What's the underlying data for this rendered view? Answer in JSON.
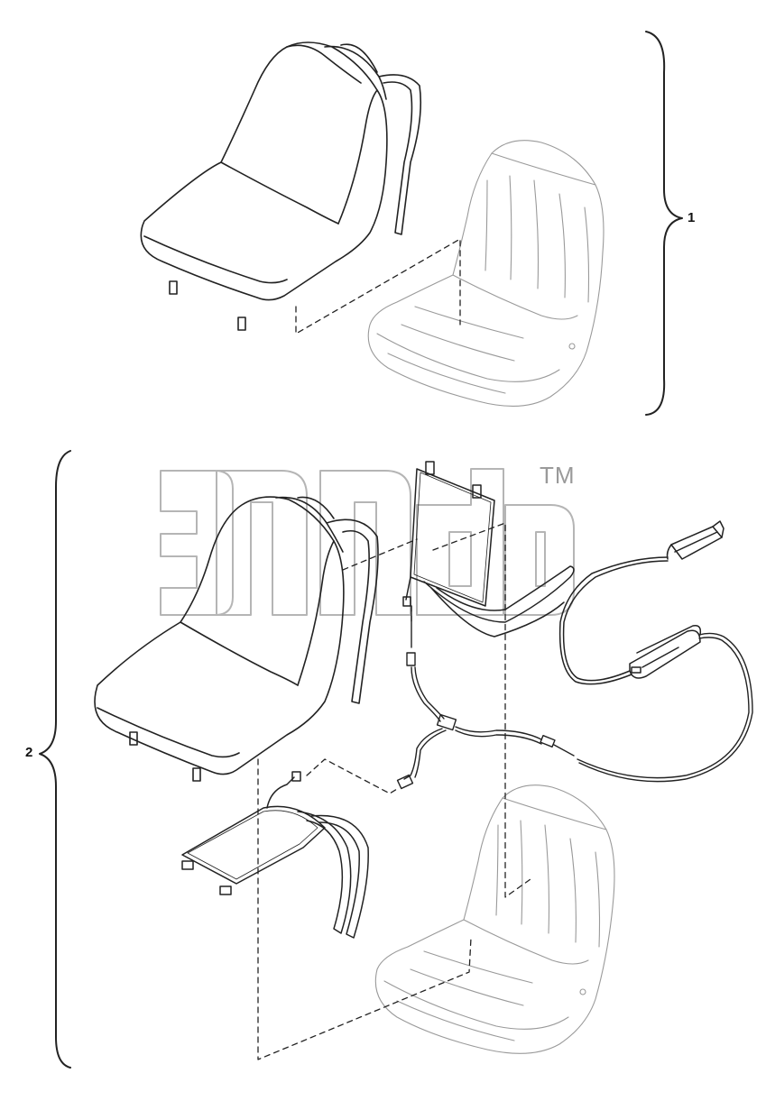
{
  "callouts": {
    "item_1": "1",
    "item_2": "2"
  },
  "watermark": {
    "trademark": "TM"
  },
  "colors": {
    "line": "#222222",
    "ghost": "#9a9a9a",
    "watermark": "#b5b5b5"
  },
  "icons": [
    "seat-icon",
    "seat-cover-icon",
    "heating-pad-icon",
    "power-cable-icon",
    "cigarette-lighter-plug-icon",
    "controller-icon"
  ]
}
